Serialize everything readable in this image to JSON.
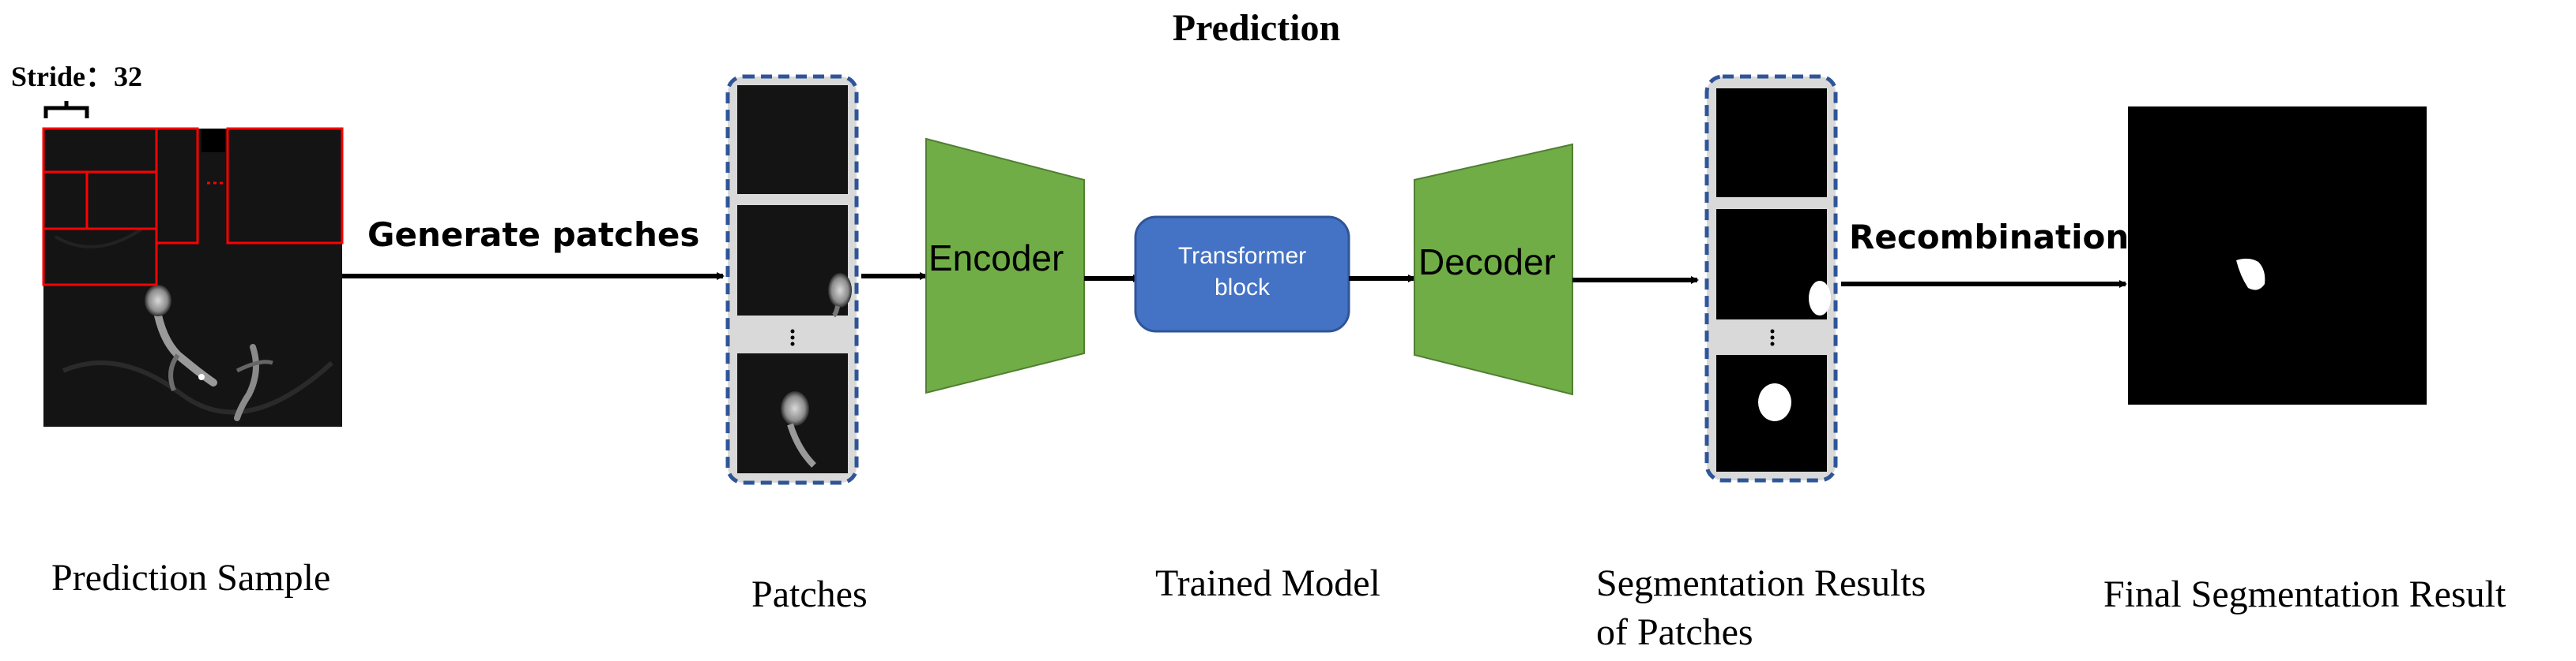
{
  "title": "Prediction",
  "stride_label": "Stride：32",
  "arrows": {
    "generate_patches": "Generate patches",
    "recombination": "Recombination"
  },
  "model": {
    "encoder": "Encoder",
    "transformer_line1": "Transformer",
    "transformer_line2": "block",
    "decoder": "Decoder"
  },
  "captions": {
    "prediction_sample": "Prediction Sample",
    "patches": "Patches",
    "trained_model": "Trained Model",
    "segmentation_line1": "Segmentation Results",
    "segmentation_line2": "of Patches",
    "final": "Final Segmentation Result"
  },
  "colors": {
    "trapezoid_green": "#70ad47",
    "transformer_blue": "#4472c4",
    "patch_frame": "#2f5597",
    "patch_grid": "#ff0000",
    "separator_gray": "#c8c8c8"
  }
}
